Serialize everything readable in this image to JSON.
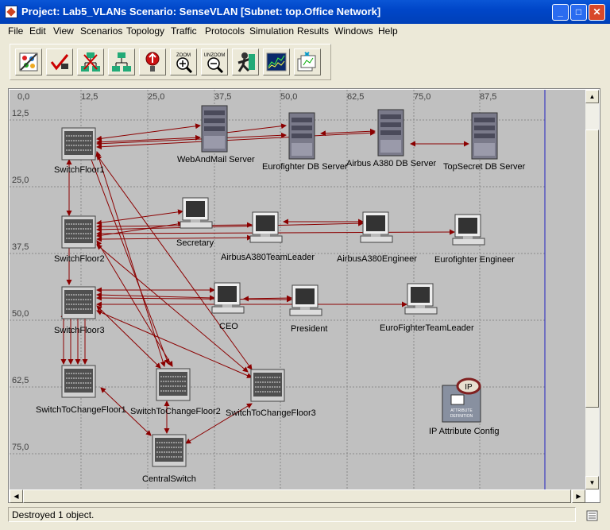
{
  "window": {
    "title": "Project: Lab5_VLANs Scenario: SenseVLAN  [Subnet: top.Office Network]",
    "minimize": "_",
    "maximize": "□",
    "close": "✕"
  },
  "menu": [
    "File",
    "Edit",
    "View",
    "Scenarios",
    "Topology",
    "Traffic",
    "Protocols",
    "Simulation",
    "Results",
    "Windows",
    "Help"
  ],
  "toolbar": {
    "buttons": [
      {
        "name": "open-palette-button",
        "icon": "palette-icon"
      },
      {
        "name": "check-links-button",
        "icon": "check-links-icon"
      },
      {
        "name": "fail-node-button",
        "icon": "fail-node-icon"
      },
      {
        "name": "recover-node-button",
        "icon": "recover-node-icon"
      },
      {
        "name": "return-parent-subnet-button",
        "icon": "parent-subnet-icon"
      },
      {
        "name": "zoom-button",
        "icon": "zoom-in-icon",
        "label": "ZOOM"
      },
      {
        "name": "unzoom-button",
        "icon": "zoom-out-icon",
        "label": "UNZOOM"
      },
      {
        "name": "configure-run-simulation-button",
        "icon": "run-simulation-icon"
      },
      {
        "name": "view-results-button",
        "icon": "view-results-icon"
      },
      {
        "name": "hide-show-graphs-button",
        "icon": "graphs-icon"
      }
    ]
  },
  "ruler": {
    "x": [
      "0,0",
      "12,5",
      "25,0",
      "37,5",
      "50,0",
      "62,5",
      "75,0",
      "87,5"
    ],
    "y": [
      "12,5",
      "25,0",
      "37,5",
      "50,0",
      "62,5",
      "75,0"
    ]
  },
  "nodes": {
    "switch_floor1": "SwitchFloor1",
    "switch_floor2": "SwitchFloor2",
    "switch_floor3": "SwitchFloor3",
    "switch_change1": "SwitchToChangeFloor1",
    "switch_change2": "SwitchToChangeFloor2",
    "switch_change3": "SwitchToChangeFloor3",
    "central_switch": "CentralSwitch",
    "webmail_server": "WebAndMail Server",
    "eurofighter_db": "Eurofighter DB Server",
    "airbus_db": "Airbus A380 DB Server",
    "topsecret_db": "TopSecret DB Server",
    "secretary": "Secretary",
    "airbus_leader": "AirbusA380TeamLeader",
    "airbus_engineer": "AirbusA380Engineer",
    "eurofighter_engineer": "Eurofighter Engineer",
    "ceo": "CEO",
    "president": "President",
    "eurofighter_leader": "EuroFighterTeamLeader",
    "ip_config": "IP Attribute Config",
    "ip_badge": "IP",
    "ip_badge_sub1": "ATTRIBUTE",
    "ip_badge_sub2": "DEFINITION"
  },
  "status": "Destroyed 1 object.",
  "colors": {
    "link": "#8b0000",
    "canvas": "#c0c0c0",
    "grid": "#8a8a8a",
    "titlebar": "#0a56d6",
    "boundary": "#2020c0"
  }
}
